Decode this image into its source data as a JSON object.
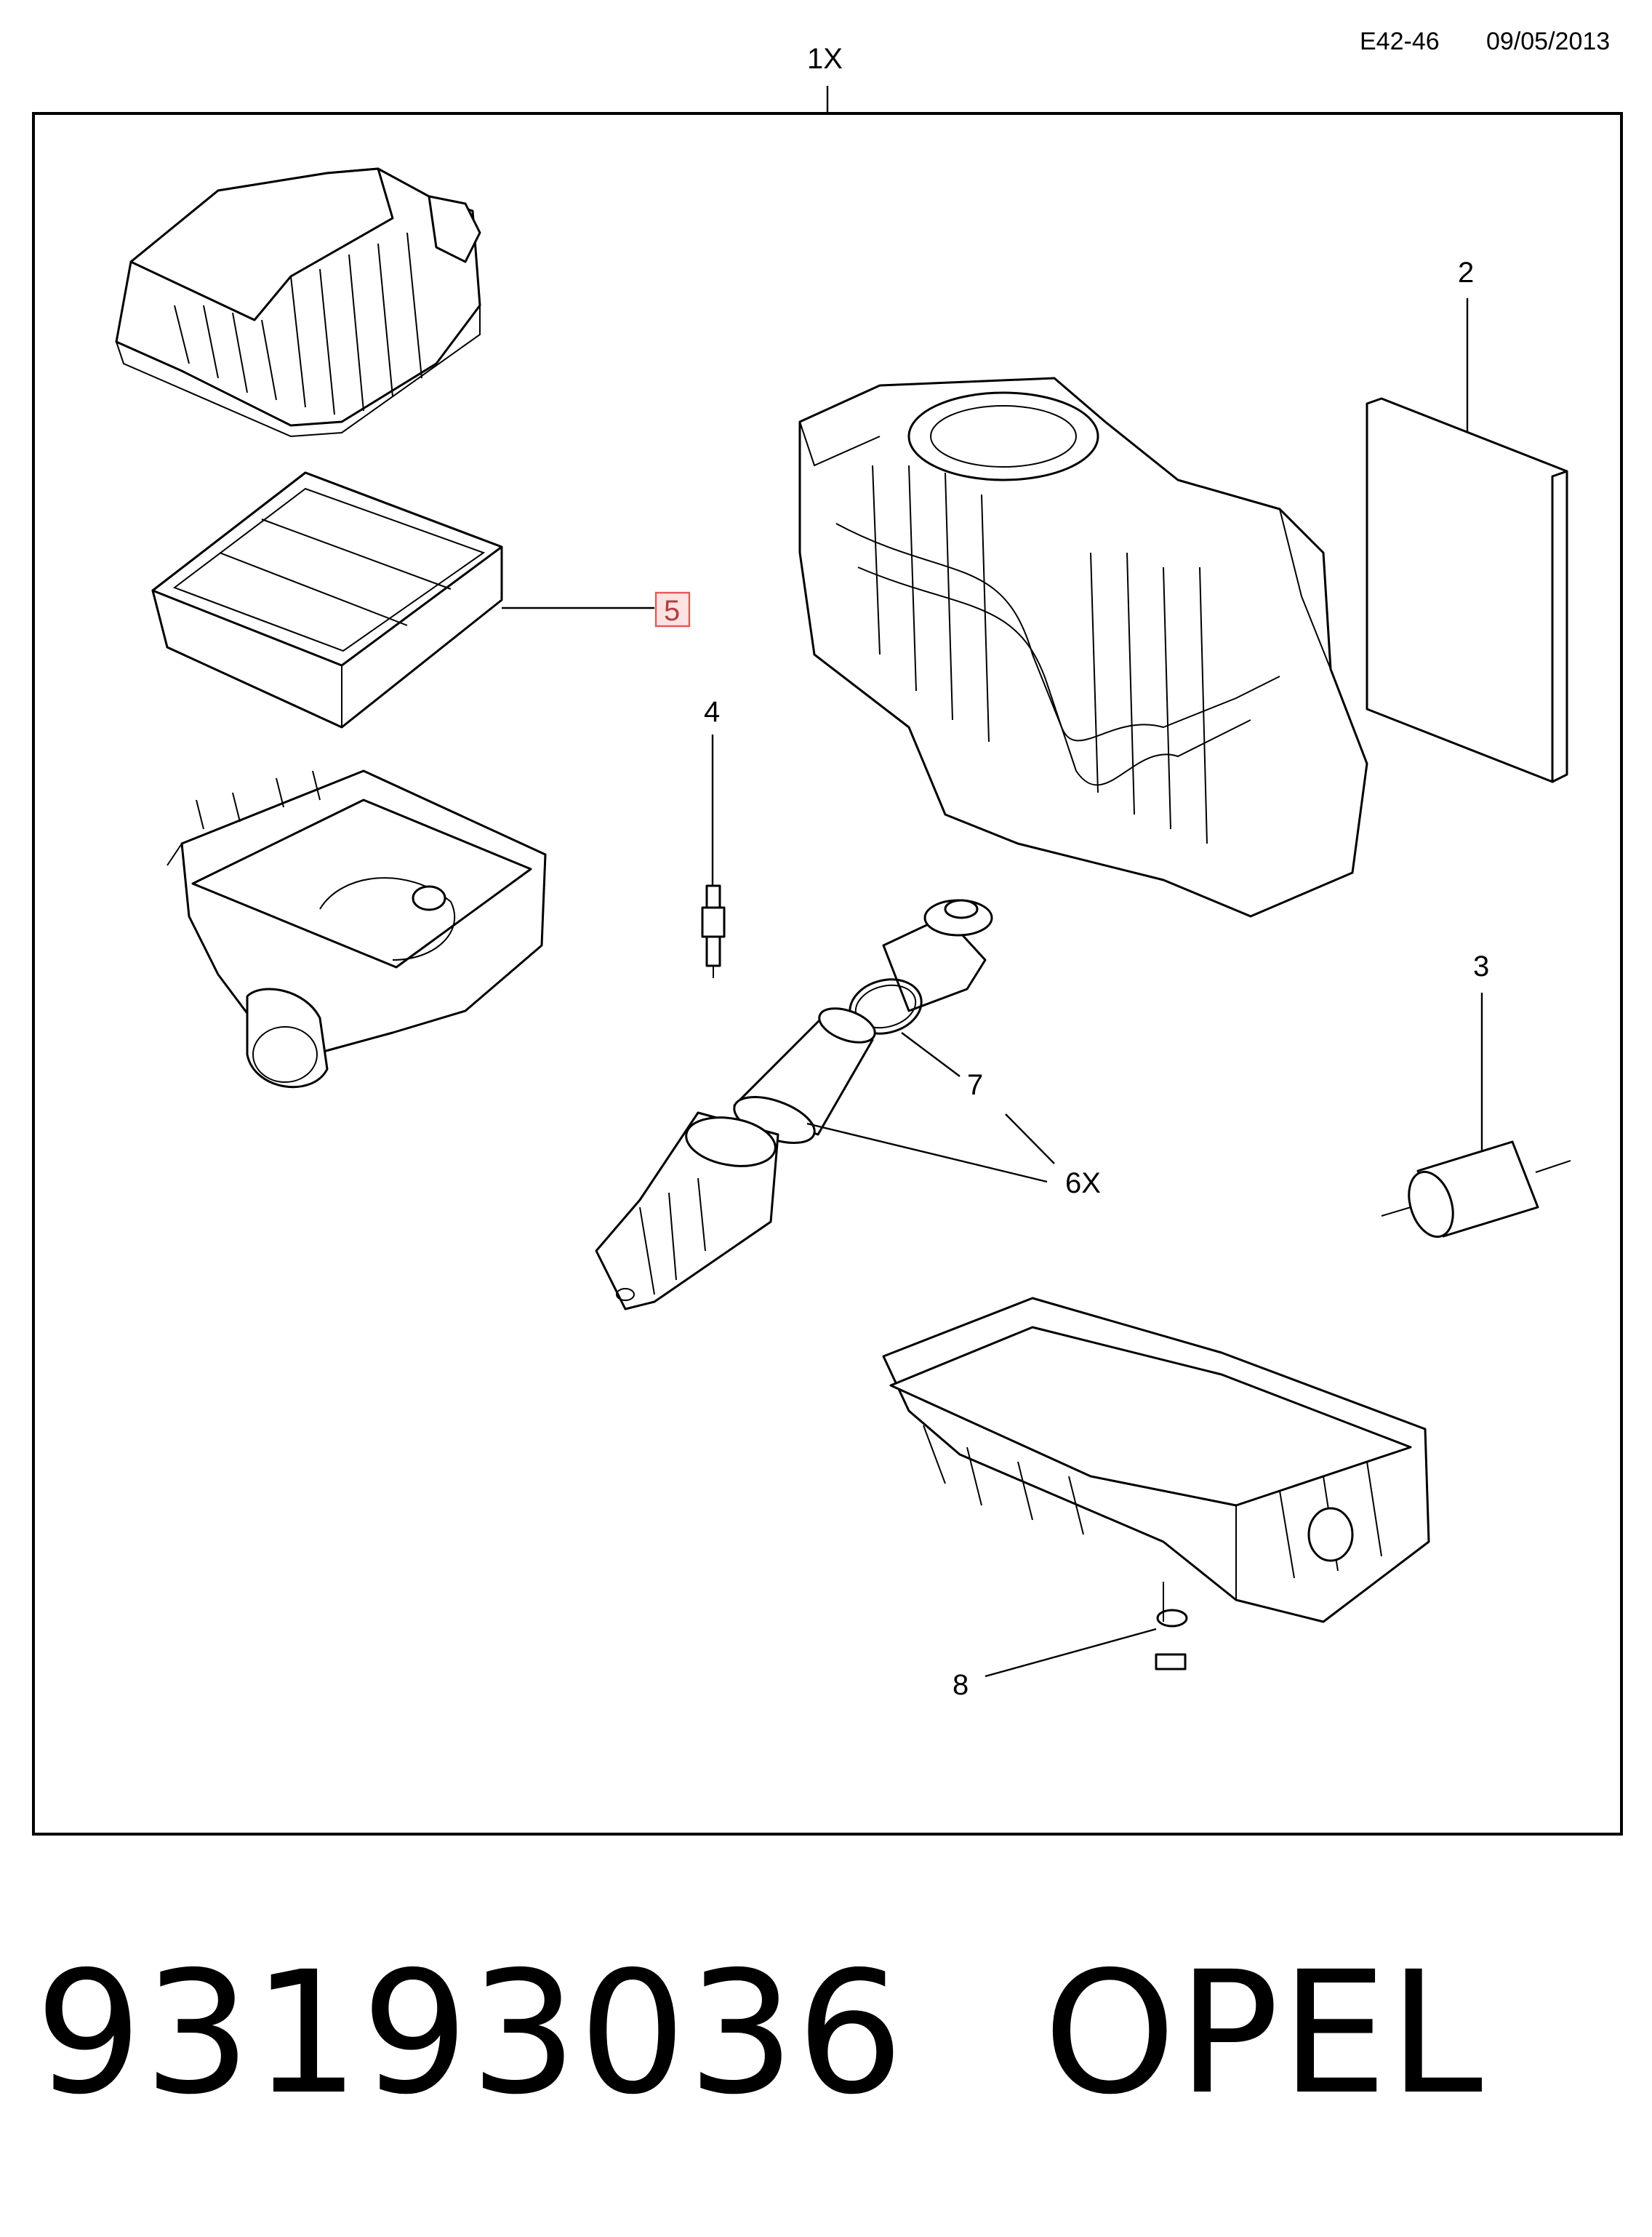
{
  "header": {
    "code": "E42-46",
    "date": "09/05/2013"
  },
  "callouts": {
    "kit": "1X",
    "c2": "2",
    "c3": "3",
    "c4": "4",
    "c5": "5",
    "c6": "6X",
    "c7": "7",
    "c8": "8"
  },
  "footer": {
    "part_number": "93193036",
    "brand": "OPEL"
  },
  "colors": {
    "highlight_box": "#e05a5a",
    "highlight_fill": "#fde2e2"
  }
}
